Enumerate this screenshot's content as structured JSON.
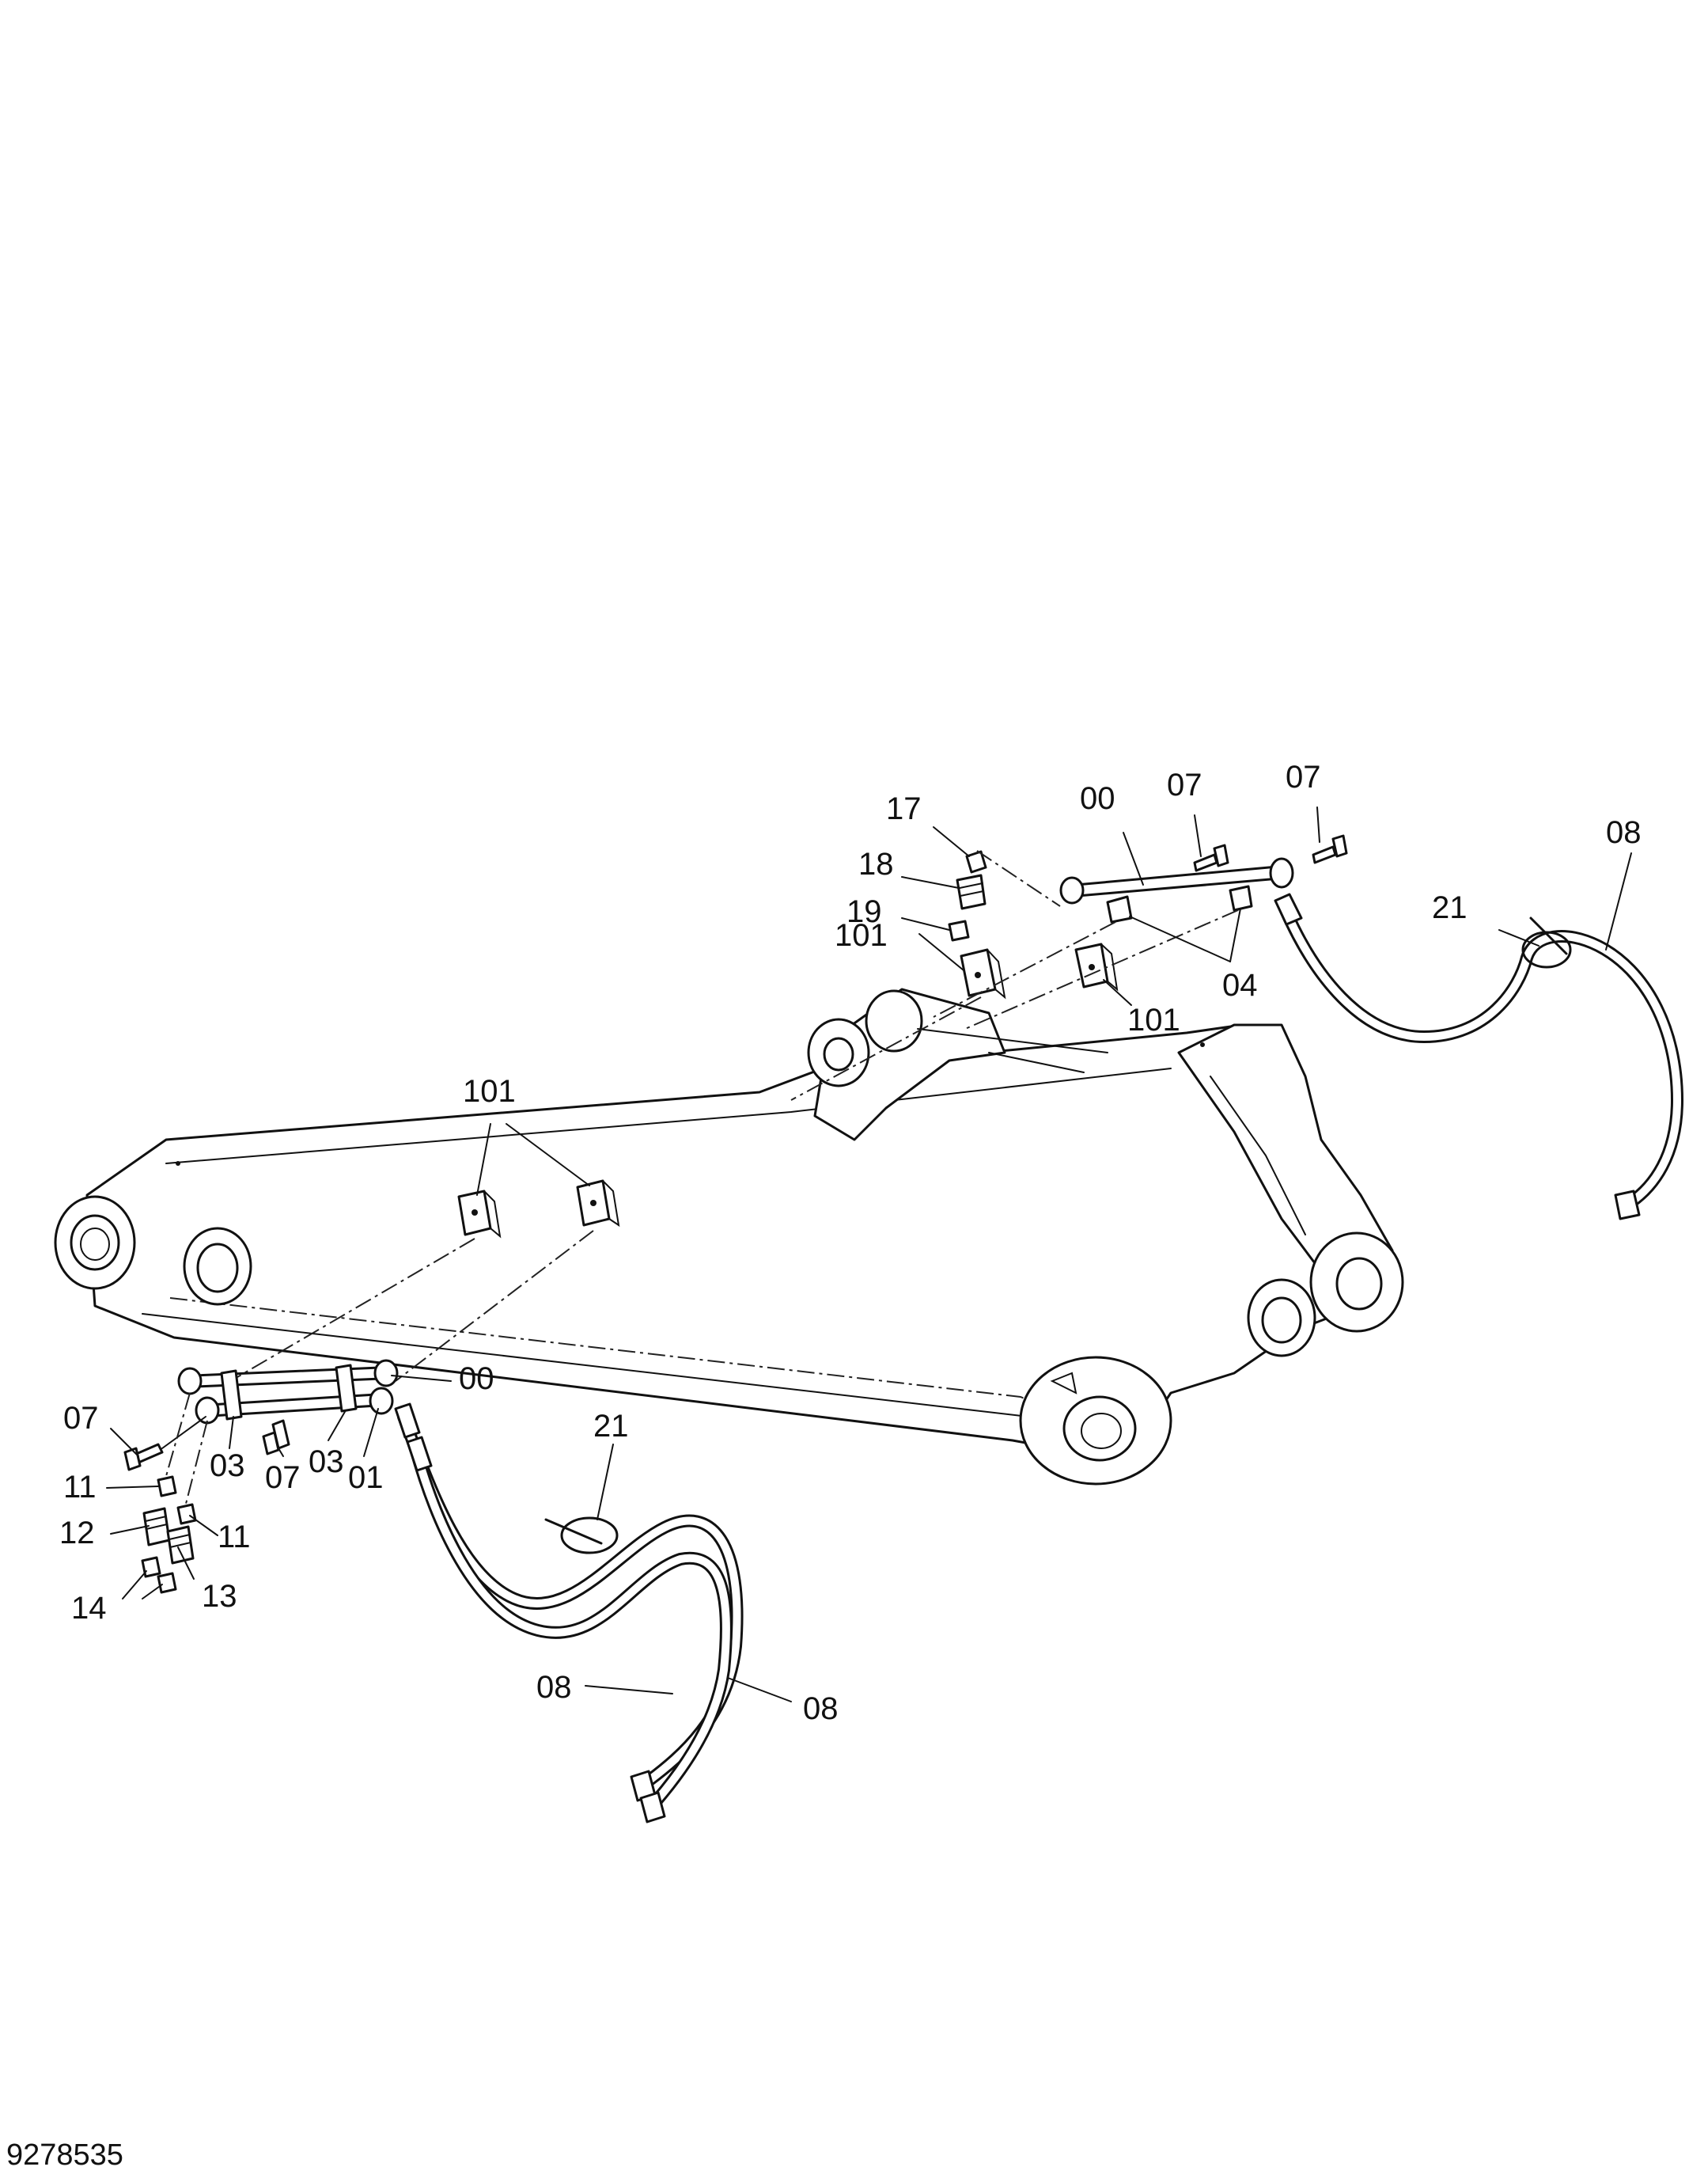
{
  "drawing": {
    "reference_number": "9278535"
  },
  "labels": {
    "upper": {
      "l17": "17",
      "l18": "18",
      "l19": "19",
      "l00": "00",
      "l07a": "07",
      "l07b": "07",
      "l08": "08",
      "l21": "21",
      "l101a": "101",
      "l101b": "101",
      "l04": "04"
    },
    "middle": {
      "l101": "101"
    },
    "lower": {
      "l00": "00",
      "l07a": "07",
      "l07b": "07",
      "l11a": "11",
      "l11b": "11",
      "l12": "12",
      "l13": "13",
      "l14": "14",
      "l03a": "03",
      "l03b": "03",
      "l01": "01",
      "l21": "21",
      "l08a": "08",
      "l08b": "08"
    }
  }
}
